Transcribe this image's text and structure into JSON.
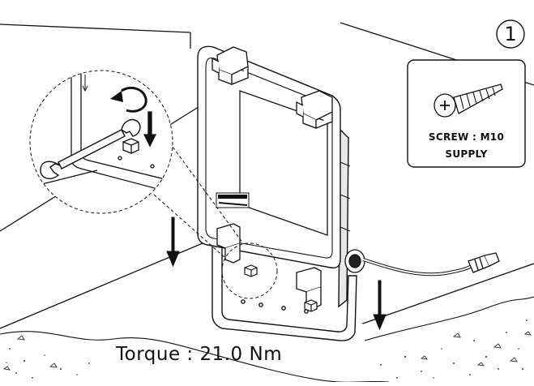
{
  "step": {
    "number": "1"
  },
  "screw_box": {
    "line1": "SCREW : M10",
    "line2": "SUPPLY"
  },
  "torque": {
    "text": "Torque : 21.0 Nm"
  },
  "colors": {
    "line": "#111111",
    "ground_fill": "#ffffff",
    "gravel": "#555555"
  },
  "icons": {
    "wrench": "wrench-icon",
    "rotate": "rotate-arrow-icon",
    "screw": "screw-icon"
  }
}
